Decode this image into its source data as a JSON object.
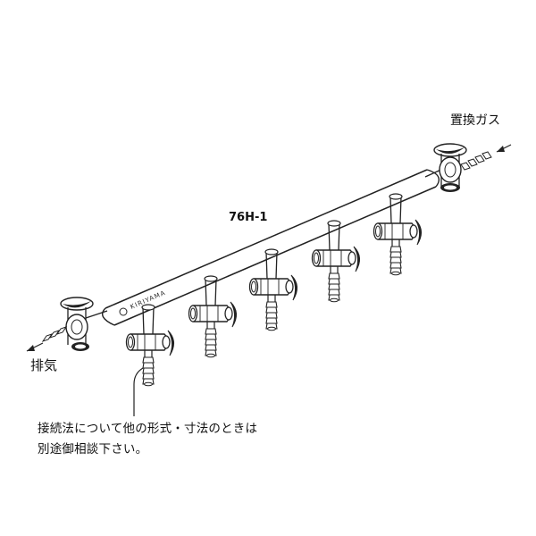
{
  "labels": {
    "inlet_gas": "置換ガス",
    "exhaust": "排気",
    "model": "76H-1",
    "logo": "KIRIYAMA"
  },
  "note": {
    "line1": "接続法について他の形式・寸法のときは",
    "line2": "別途御相談下さい。"
  },
  "taps": {
    "count": 5
  }
}
